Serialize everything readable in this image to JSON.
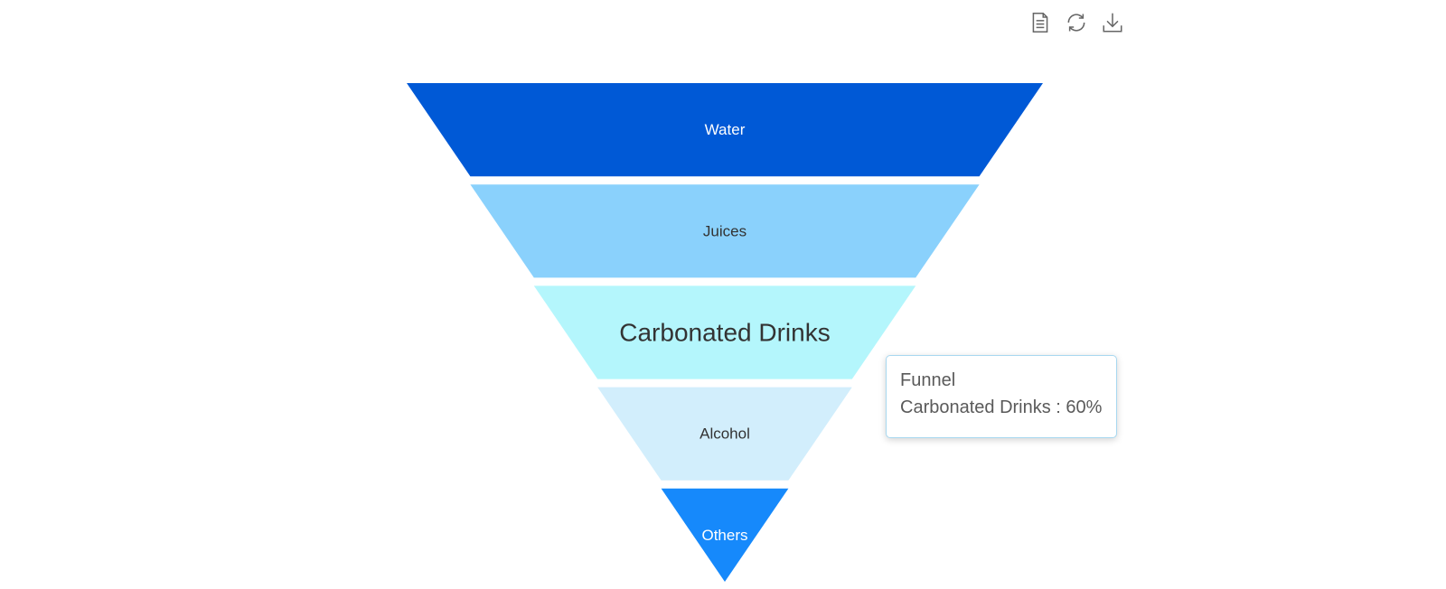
{
  "toolbox": {
    "icons": [
      "data-view-icon",
      "restore-icon",
      "save-as-image-icon"
    ],
    "icon_color": "#666666"
  },
  "chart_data": {
    "type": "funnel",
    "series_name": "Funnel",
    "sort": "descending",
    "categories": [
      "Water",
      "Juices",
      "Carbonated Drinks",
      "Alcohol",
      "Others"
    ],
    "values": [
      100,
      80,
      60,
      40,
      20
    ],
    "value_unit": "%",
    "colors": [
      "#0059d6",
      "#8ad1fc",
      "#b4f6fc",
      "#d2eefc",
      "#1689fb"
    ],
    "label_colors": [
      "#ffffff",
      "#333333",
      "#333333",
      "#333333",
      "#ffffff"
    ],
    "emphasized": "Carbonated Drinks",
    "tooltip": {
      "title": "Funnel",
      "text": "Carbonated Drinks : 60%"
    }
  }
}
